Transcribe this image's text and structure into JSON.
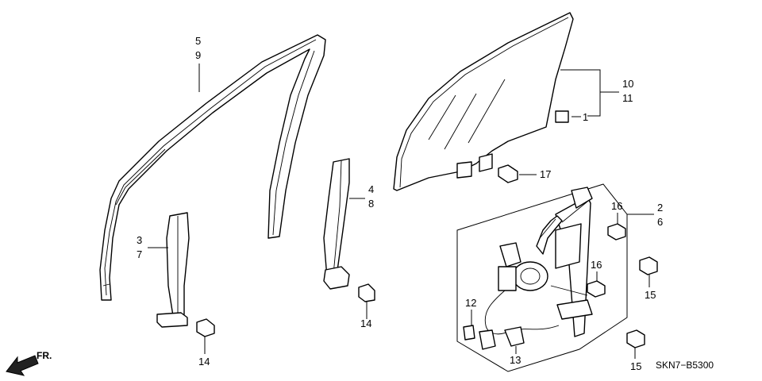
{
  "diagram": {
    "code": "SKN7−B5300",
    "front_label": "FR.",
    "callouts": {
      "c5": "5",
      "c9": "9",
      "c3": "3",
      "c7": "7",
      "c4": "4",
      "c8": "8",
      "c10": "10",
      "c11": "11",
      "c1": "1",
      "c17": "17",
      "c2": "2",
      "c6": "6",
      "c16a": "16",
      "c16b": "16",
      "c15a": "15",
      "c15b": "15",
      "c14a": "14",
      "c14b": "14",
      "c12": "12",
      "c13": "13"
    }
  }
}
